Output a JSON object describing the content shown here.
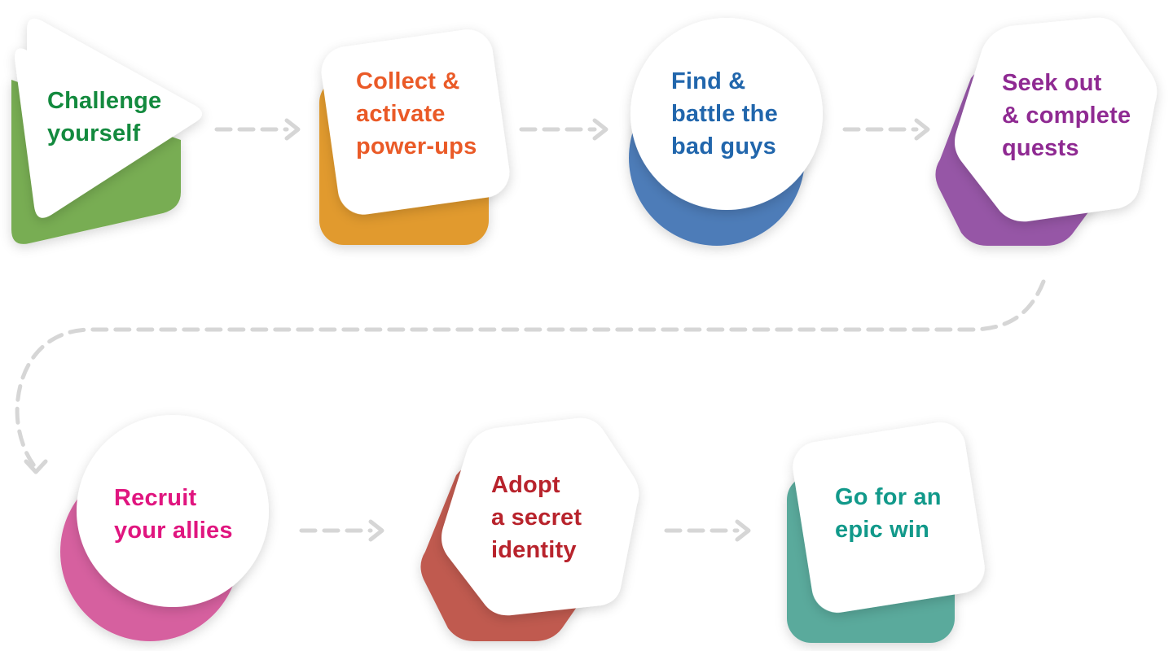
{
  "steps": [
    {
      "lines": [
        "Challenge",
        "yourself"
      ],
      "text_color": "#138a3e",
      "shape_color": "#78ad52",
      "shape": "triangle"
    },
    {
      "lines": [
        "Collect &",
        "activate",
        "power-ups"
      ],
      "text_color": "#ea5a27",
      "shape_color": "#e19a2f",
      "shape": "rounded-square"
    },
    {
      "lines": [
        "Find &",
        "battle the",
        "bad guys"
      ],
      "text_color": "#2166ac",
      "shape_color": "#4e7cb8",
      "shape": "circle"
    },
    {
      "lines": [
        "Seek out",
        "& complete",
        "quests"
      ],
      "text_color": "#8f2a92",
      "shape_color": "#9657a6",
      "shape": "hexagon"
    },
    {
      "lines": [
        "Recruit",
        "your allies"
      ],
      "text_color": "#e0157f",
      "shape_color": "#d6609f",
      "shape": "circle"
    },
    {
      "lines": [
        "Adopt",
        "a secret",
        "identity"
      ],
      "text_color": "#b8232c",
      "shape_color": "#c05a50",
      "shape": "hexagon"
    },
    {
      "lines": [
        "Go for an",
        "epic win"
      ],
      "text_color": "#11998a",
      "shape_color": "#5aaa9c",
      "shape": "rounded-square"
    }
  ],
  "connector_color": "#d6d6d6"
}
